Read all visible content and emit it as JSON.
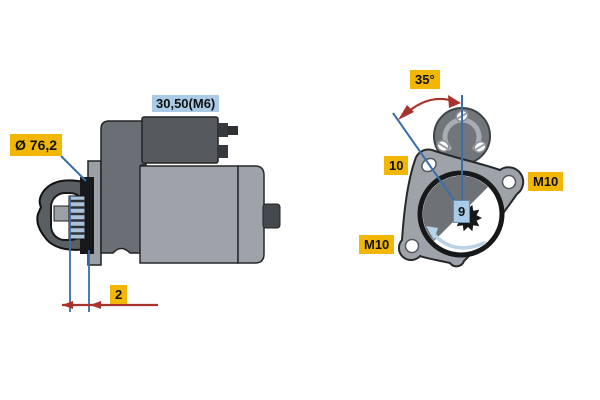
{
  "page": {
    "title": "Starter motor technical drawing",
    "background": "#ffffff"
  },
  "colors": {
    "canvas-bg": "#ffffff",
    "label-yellow": "#f2b705",
    "label-blue": "#a9cbe8",
    "line-blue": "#3a6ea8",
    "line-red": "#a8332c",
    "arrow-lightblue": "#b8d2e8",
    "body-gray": "#9ea3a9",
    "plate-gray": "#9aa0a6",
    "housing-gray": "#6a6f75",
    "solenoid-gray": "#565a5f",
    "solenoid-face-gray": "#71767b",
    "bracket-gray": "#5a5f64",
    "pinion-blue": "#abc3da",
    "stud-gray": "#45484c",
    "metal-dark": "#17181a",
    "bore-shadow-gray": "#6e7277",
    "horseshoe-gray": "#a7adb3"
  },
  "side_view": {
    "name": "side view of starter motor",
    "labels": {
      "flange_diameter": {
        "text": "Ø 76,2",
        "highlight": "yellow"
      },
      "solenoid_dimension": {
        "text": "30,50(M6)",
        "highlight": "blue"
      },
      "pinion_protrusion": {
        "text": "2",
        "highlight": "yellow"
      }
    }
  },
  "front_view": {
    "name": "drive-end flange view",
    "labels": {
      "mount_angle": {
        "text": "35°",
        "highlight": "yellow"
      },
      "hole_dimension": {
        "text": "10",
        "highlight": "yellow"
      },
      "pinion_size": {
        "text": "9",
        "highlight": "blue"
      },
      "thread_lower_left": {
        "text": "M10",
        "highlight": "yellow"
      },
      "thread_right": {
        "text": "M10",
        "highlight": "yellow"
      }
    }
  }
}
